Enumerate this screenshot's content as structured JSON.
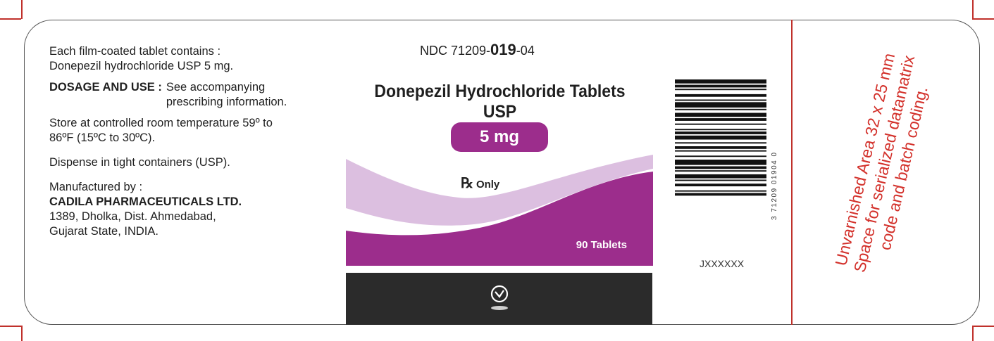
{
  "left_panel": {
    "composition_line1": "Each film-coated tablet contains :",
    "composition_line2": "Donepezil hydrochloride USP 5 mg.",
    "dosage_heading": "DOSAGE AND USE :",
    "dosage_line1": "See accompanying",
    "dosage_line2": "prescribing information.",
    "storage_line1": "Store at controlled room temperature 59º to",
    "storage_line2": "86ºF (15ºC to 30ºC).",
    "dispense": "Dispense in tight containers (USP).",
    "manufacturer_label": "Manufactured by :",
    "manufacturer_name": "CADILA PHARMACEUTICALS LTD.",
    "address_line1": "1389, Dholka, Dist. Ahmedabad,",
    "address_line2": "Gujarat State, INDIA."
  },
  "center_panel": {
    "ndc_prefix": "NDC 71209-",
    "ndc_product": "019",
    "ndc_suffix": "-04",
    "product_name": "Donepezil Hydrochloride Tablets USP",
    "strength": "5 mg",
    "rx_symbol": "℞",
    "rx_text": "Only",
    "count": "90 Tablets",
    "logo_icon": "cadila-logo-icon"
  },
  "barcode": {
    "digits": "3 71209 01904 0",
    "lot_code": "JXXXXXX"
  },
  "right_panel": {
    "line1": "Unvarnished Area 32 x 25 mm",
    "line2": "Space for serialized datamatrix",
    "line3": "code and batch coding."
  },
  "colors": {
    "brand_purple": "#9c2d8c",
    "light_purple": "#dcbfe0",
    "dark_band": "#2b2b2b",
    "annotation_red": "#d3312b"
  }
}
